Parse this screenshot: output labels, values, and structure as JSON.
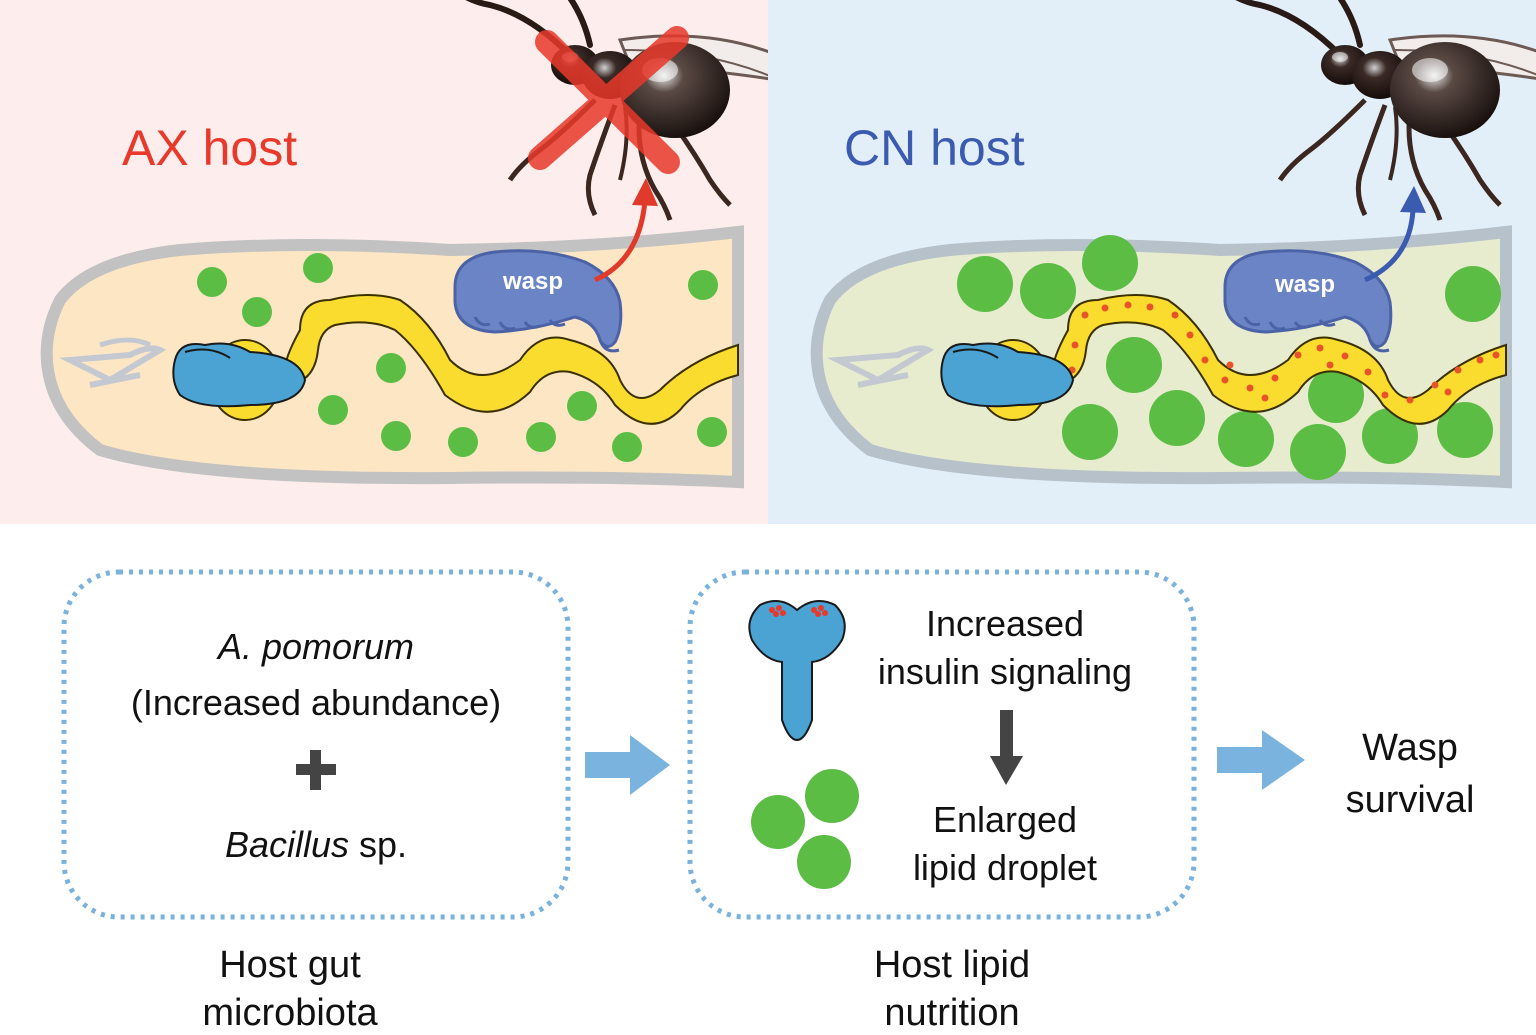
{
  "panels": {
    "left": {
      "title": "AX host",
      "wasp_label": "wasp",
      "title_color": "#e8392a",
      "bg": "#fdeeed"
    },
    "right": {
      "title": "CN host",
      "wasp_label": "wasp",
      "title_color": "#3b5bb0",
      "bg": "#e2eff9"
    }
  },
  "flow": {
    "box1": {
      "species1": "A. pomorum",
      "species1_note": "(Increased abundance)",
      "plus": "+",
      "species2": "Bacillus",
      "species2_suffix": " sp.",
      "caption_line1": "Host gut",
      "caption_line2": "microbiota"
    },
    "box2": {
      "signal_line1": "Increased",
      "signal_line2": "insulin signaling",
      "droplet_line1": "Enlarged",
      "droplet_line2": "lipid droplet",
      "caption_line1": "Host lipid",
      "caption_line2": "nutrition"
    },
    "outcome_line1": "Wasp",
    "outcome_line2": "survival"
  },
  "colors": {
    "lipid_green": "#5cbd45",
    "gut_yellow": "#fadc2f",
    "organ_blue": "#4ba3d3",
    "wasp_blue": "#6a84c5",
    "flow_arrow": "#7ab3de",
    "dotted_border": "#79b2dc"
  },
  "icons": [
    "wasp-adult-icon",
    "cross-mark-icon",
    "wasp-larva-icon",
    "brain-icon",
    "lipid-droplet-icon",
    "flow-arrow-icon",
    "down-arrow-icon"
  ]
}
